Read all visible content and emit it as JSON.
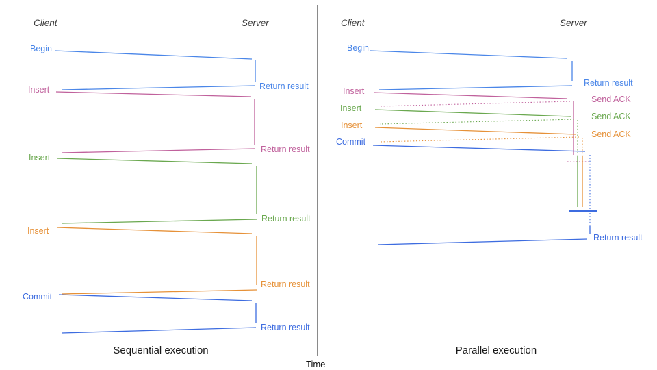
{
  "diagram": {
    "time_axis_label": "Time",
    "palette": {
      "blue": "#4a86e8",
      "commit_blue": "#3d6ce0",
      "pink": "#c0619c",
      "green": "#6aa84f",
      "orange": "#e69138",
      "axis_gray": "#595959"
    },
    "sequential": {
      "title": "Sequential execution",
      "client_header": "Client",
      "server_header": "Server",
      "ops": {
        "begin": {
          "label": "Begin",
          "result": "Return result"
        },
        "insert1": {
          "label": "Insert",
          "result": "Return result"
        },
        "insert2": {
          "label": "Insert",
          "result": "Return result"
        },
        "insert3": {
          "label": "Insert",
          "result": "Return result"
        },
        "commit": {
          "label": "Commit",
          "result": "Return result"
        }
      }
    },
    "parallel": {
      "title": "Parallel execution",
      "client_header": "Client",
      "server_header": "Server",
      "ops": {
        "begin": {
          "label": "Begin",
          "result": "Return result"
        },
        "insert1": {
          "label": "Insert",
          "ack": "Send ACK"
        },
        "insert2": {
          "label": "Insert",
          "ack": "Send ACK"
        },
        "insert3": {
          "label": "Insert",
          "ack": "Send ACK"
        },
        "commit": {
          "label": "Commit"
        },
        "final": {
          "result": "Return result"
        }
      }
    }
  }
}
